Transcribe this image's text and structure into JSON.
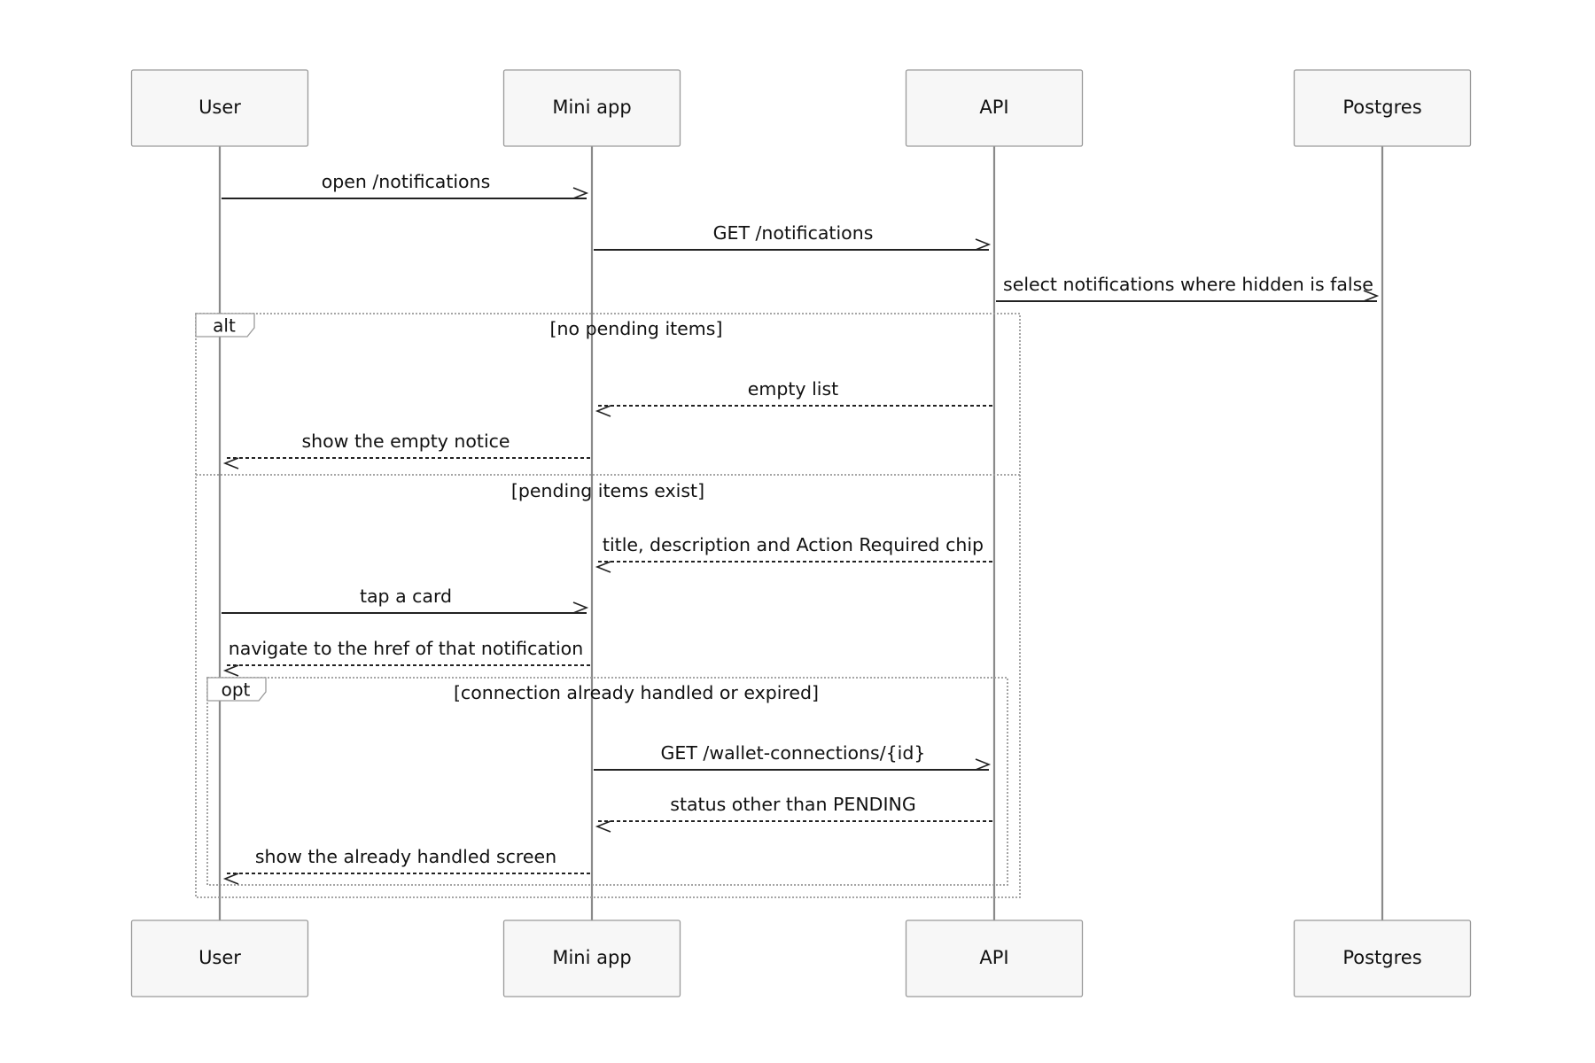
{
  "participants": [
    {
      "id": "user",
      "label": "User"
    },
    {
      "id": "miniapp",
      "label": "Mini app"
    },
    {
      "id": "api",
      "label": "API"
    },
    {
      "id": "postgres",
      "label": "Postgres"
    }
  ],
  "messages": [
    {
      "from": "user",
      "to": "miniapp",
      "text": "open /notifications",
      "style": "solid"
    },
    {
      "from": "miniapp",
      "to": "api",
      "text": "GET /notifications",
      "style": "solid"
    },
    {
      "from": "api",
      "to": "postgres",
      "text": "select notifications where hidden is false",
      "style": "solid"
    },
    {
      "from": "api",
      "to": "miniapp",
      "text": "empty list",
      "style": "dashed"
    },
    {
      "from": "miniapp",
      "to": "user",
      "text": "show the empty notice",
      "style": "dashed"
    },
    {
      "from": "api",
      "to": "miniapp",
      "text": "title, description and Action Required chip",
      "style": "dashed"
    },
    {
      "from": "user",
      "to": "miniapp",
      "text": "tap a card",
      "style": "solid"
    },
    {
      "from": "miniapp",
      "to": "user",
      "text": "navigate to the href of that notification",
      "style": "dashed"
    },
    {
      "from": "miniapp",
      "to": "api",
      "text": "GET /wallet-connections/{id}",
      "style": "solid"
    },
    {
      "from": "api",
      "to": "miniapp",
      "text": "status other than PENDING",
      "style": "dashed"
    },
    {
      "from": "miniapp",
      "to": "user",
      "text": "show the already handled screen",
      "style": "dashed"
    }
  ],
  "fragments": {
    "alt": {
      "tag": "alt",
      "conditions": [
        "[no pending items]",
        "[pending items exist]"
      ]
    },
    "opt": {
      "tag": "opt",
      "conditions": [
        "[connection already handled or expired]"
      ]
    }
  }
}
